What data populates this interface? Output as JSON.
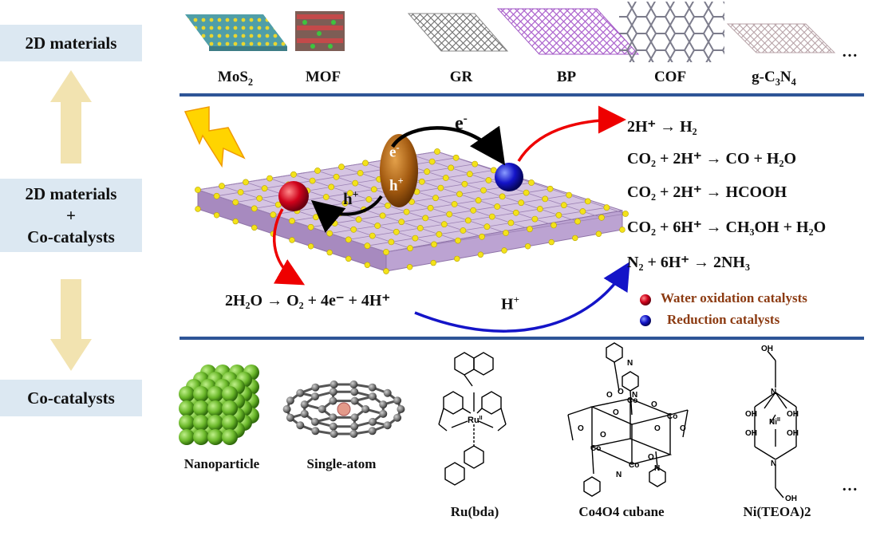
{
  "left_panel": {
    "top_box": "2D materials",
    "middle_box": [
      "2D materials",
      "+",
      "Co-catalysts"
    ],
    "bottom_box": "Co-catalysts"
  },
  "materials_row": {
    "labels": [
      {
        "main": "MoS",
        "sub": "2"
      },
      {
        "main": "MOF"
      },
      {
        "main": "GR"
      },
      {
        "main": "BP"
      },
      {
        "main": "COF"
      },
      {
        "main": "g-C",
        "sub": "3",
        "main2": "N",
        "sub2": "4"
      }
    ],
    "more": "…"
  },
  "mechanism": {
    "electron_label": "e",
    "electron_sup": "-",
    "hole_label": "h",
    "hole_sup": "+",
    "particle_e": "e",
    "particle_h": "h",
    "oxidation_eq": "2H₂O → O₂ + 4e⁻ + 4H⁺",
    "proton_label": "H",
    "reduction_equations": [
      "2H⁺ → H₂",
      "CO₂ + 2H⁺ → CO + H₂O",
      "CO₂ + 2H⁺ → HCOOH",
      "CO₂ + 6H⁺ → CH₃OH + H₂O",
      "N₂ + 6H⁺ → 2NH₃"
    ],
    "legend": [
      {
        "text": "Water oxidation catalysts",
        "color": "#d0021b"
      },
      {
        "text": "Reduction catalysts",
        "color": "#1414c8"
      }
    ]
  },
  "catalyst_row": {
    "labels": [
      "Nanoparticle",
      "Single-atom",
      "Ru(bda)",
      "Co4O4 cubane",
      "Ni(TEOA)2"
    ],
    "more": "…",
    "mol_labels": {
      "ru": "Ru",
      "ru_ox": "II",
      "ni": "Ni",
      "ni_ox": "II",
      "co": "Co",
      "o": "O",
      "n": "N",
      "oh": "OH"
    }
  },
  "colors": {
    "divider": "#2e5597",
    "side_box": "#dce8f2",
    "side_arrow": "#f2e3b0",
    "slab": "#b79ac9",
    "atom": "#f3e21a",
    "red_sphere": "#d0021b",
    "blue_sphere": "#1414c8",
    "particle": "#a35a10",
    "legend_text": "#8c3b12"
  },
  "icons": [
    "lightning-icon",
    "up-arrow-icon",
    "down-arrow-icon"
  ]
}
